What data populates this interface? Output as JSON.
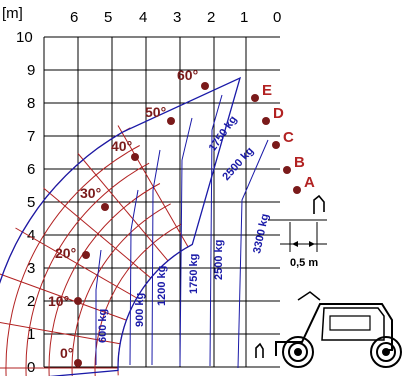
{
  "diagram": {
    "unit_label": "[m]",
    "x_ticks": [
      "6",
      "5",
      "4",
      "3",
      "2",
      "1",
      "0"
    ],
    "y_ticks": [
      "10",
      "9",
      "8",
      "7",
      "6",
      "5",
      "4",
      "3",
      "2",
      "1",
      "0"
    ],
    "angles": [
      "0°",
      "10°",
      "20°",
      "30°",
      "40°",
      "50°",
      "60°"
    ],
    "extensions": [
      "A",
      "B",
      "C",
      "D",
      "E"
    ],
    "loads": [
      "600 kg",
      "900 kg",
      "1200 kg",
      "1750 kg",
      "2500 kg",
      "3300 kg",
      "1750 kg",
      "2500 kg"
    ],
    "dimension": "0,5 m",
    "colors": {
      "grid": "#000000",
      "load_lines": "#1a1aa8",
      "range_lines": "#b22222",
      "angle_points": "#7a1a1a"
    }
  }
}
